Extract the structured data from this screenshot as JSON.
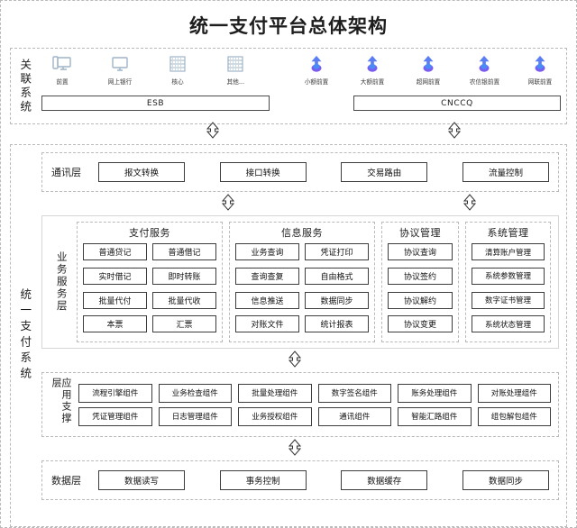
{
  "title": "统一支付平台总体架构",
  "related_systems": {
    "label": "关联系统",
    "left_icons": [
      {
        "icon": "monitor-icon",
        "label": "前置"
      },
      {
        "icon": "monitor-icon",
        "label": "网上银行"
      },
      {
        "icon": "server-rack-icon",
        "label": "核心"
      },
      {
        "icon": "server-rack-icon",
        "label": "其他..."
      }
    ],
    "right_icons": [
      {
        "icon": "cloud-node-icon",
        "label": "小额前置"
      },
      {
        "icon": "cloud-node-icon",
        "label": "大额前置"
      },
      {
        "icon": "cloud-node-icon",
        "label": "超网前置"
      },
      {
        "icon": "cloud-node-icon",
        "label": "农信银前置"
      },
      {
        "icon": "cloud-node-icon",
        "label": "网联前置"
      }
    ],
    "esb_bar": "ESB",
    "cnccq_bar": "CNCCQ"
  },
  "unified_system": {
    "label": "统一支付系统",
    "comm_layer": {
      "label": "通讯层",
      "items": [
        "报文转换",
        "接口转换",
        "交易路由",
        "流量控制"
      ]
    },
    "business_layer": {
      "label": "业务服务层",
      "columns": [
        {
          "title": "支付服务",
          "cols": 2,
          "items": [
            "普通贷记",
            "普通借记",
            "实时借记",
            "即时转账",
            "批量代付",
            "批量代收",
            "本票",
            "汇票"
          ]
        },
        {
          "title": "信息服务",
          "cols": 2,
          "items": [
            "业务查询",
            "凭证打印",
            "查询查复",
            "自由格式",
            "信息推送",
            "数据同步",
            "对账文件",
            "统计报表"
          ]
        },
        {
          "title": "协议管理",
          "cols": 1,
          "items": [
            "协议查询",
            "协议签约",
            "协议解约",
            "协议变更"
          ]
        },
        {
          "title": "系统管理",
          "cols": 1,
          "items": [
            "清算账户管理",
            "系统参数管理",
            "数字证书管理",
            "系统状态管理"
          ]
        }
      ]
    },
    "app_layer": {
      "label": "应用支撑层",
      "items": [
        "流程引擎组件",
        "业务检查组件",
        "批量处理组件",
        "数字签名组件",
        "账务处理组件",
        "对账处理组件",
        "凭证管理组件",
        "日志管理组件",
        "业务授权组件",
        "通讯组件",
        "智能汇路组件",
        "组包解包组件"
      ]
    },
    "data_layer": {
      "label": "数据层",
      "items": [
        "数据读写",
        "事务控制",
        "数据缓存",
        "数据同步"
      ]
    }
  },
  "colors": {
    "icon_blue": "#9fb4c7",
    "node_blue": "#3d7ef0",
    "node_purple": "#7a5cf0",
    "border_dark": "#3d3d3d",
    "border_dash": "#b9b9b9"
  }
}
